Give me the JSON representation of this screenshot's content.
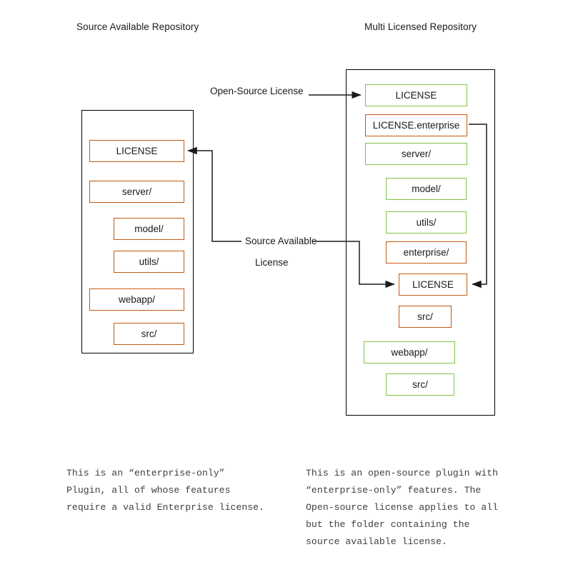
{
  "diagram": {
    "title_left": "Source Available Repository",
    "title_right": "Multi Licensed Repository",
    "colors": {
      "source_available": "#c55a11",
      "open_source": "#7fc241",
      "frame": "#000000",
      "wire": "#000000",
      "text": "#1a1a1a",
      "note_text": "#3f3f3f"
    },
    "edges": [
      {
        "label": "Open-Source License"
      },
      {
        "label_line1": "Source Available",
        "label_line2": "License"
      }
    ],
    "left_repo": {
      "title": "Source Available Repository",
      "items": [
        {
          "label": "LICENSE",
          "license": "source-available",
          "indent": 0
        },
        {
          "label": "server/",
          "license": "source-available",
          "indent": 0
        },
        {
          "label": "model/",
          "license": "source-available",
          "indent": 1
        },
        {
          "label": "utils/",
          "license": "source-available",
          "indent": 1
        },
        {
          "label": "webapp/",
          "license": "source-available",
          "indent": 0
        },
        {
          "label": "src/",
          "license": "source-available",
          "indent": 1
        }
      ]
    },
    "right_repo": {
      "title": "Multi Licensed Repository",
      "items": [
        {
          "label": "LICENSE",
          "license": "open-source",
          "indent": 0
        },
        {
          "label": "LICENSE.enterprise",
          "license": "source-available",
          "indent": 0
        },
        {
          "label": "server/",
          "license": "open-source",
          "indent": 0
        },
        {
          "label": "model/",
          "license": "open-source",
          "indent": 1
        },
        {
          "label": "utils/",
          "license": "open-source",
          "indent": 1
        },
        {
          "label": "enterprise/",
          "license": "source-available",
          "indent": 1
        },
        {
          "label": "LICENSE",
          "license": "source-available",
          "indent": 2
        },
        {
          "label": "src/",
          "license": "source-available",
          "indent": 2
        },
        {
          "label": "webapp/",
          "license": "open-source",
          "indent": 0
        },
        {
          "label": "src/",
          "license": "open-source",
          "indent": 1
        }
      ]
    },
    "notes": {
      "left": "This is an “enterprise-only”\nPlugin, all of whose features\nrequire a valid Enterprise license.",
      "right": "This is an open-source plugin with\n“enterprise-only” features. The\nOpen-source license applies to all\nbut the folder containing the\nsource available license."
    }
  }
}
